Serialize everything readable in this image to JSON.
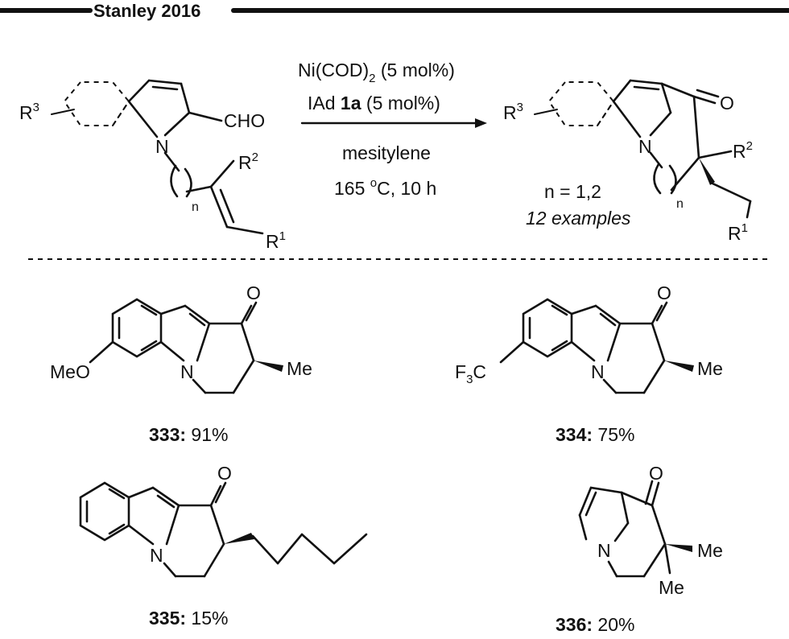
{
  "header": {
    "title": "Stanley 2016"
  },
  "conditions": {
    "line1_reagent": "Ni(COD)",
    "line1_sub": "2",
    "line1_amount": " (5 mol%)",
    "line2_ligand": "IAd ",
    "line2_ref": "1a",
    "line2_amount": " (5 mol%)",
    "line3": "mesitylene",
    "line4_temp": "165 ",
    "line4_deg": "o",
    "line4_rest": "C, 10 h"
  },
  "scope": {
    "n_values": "n = 1,2",
    "examples": "12 examples"
  },
  "substrate": {
    "r3": "R",
    "r3_sup": "3",
    "cho": "CHO",
    "n_atom": "N",
    "n_sub": "n",
    "r2": "R",
    "r2_sup": "2",
    "r1": "R",
    "r1_sup": "1"
  },
  "product": {
    "r3": "R",
    "r3_sup": "3",
    "o_atom": "O",
    "n_atom": "N",
    "n_sub": "n",
    "r2": "R",
    "r2_sup": "2",
    "r1": "R",
    "r1_sup": "1"
  },
  "examples": [
    {
      "id": "333",
      "yield": " 91%",
      "substituent": "MeO",
      "o_atom": "O",
      "n_atom": "N",
      "me": "Me"
    },
    {
      "id": "334",
      "yield": " 75%",
      "substituent_f": "F",
      "substituent_sub": "3",
      "substituent_c": "C",
      "o_atom": "O",
      "n_atom": "N",
      "me": "Me"
    },
    {
      "id": "335",
      "yield": " 15%",
      "o_atom": "O",
      "n_atom": "N"
    },
    {
      "id": "336",
      "yield": " 20%",
      "o_atom": "O",
      "n_atom": "N",
      "me1": "Me",
      "me2": "Me"
    }
  ],
  "colon": ":"
}
